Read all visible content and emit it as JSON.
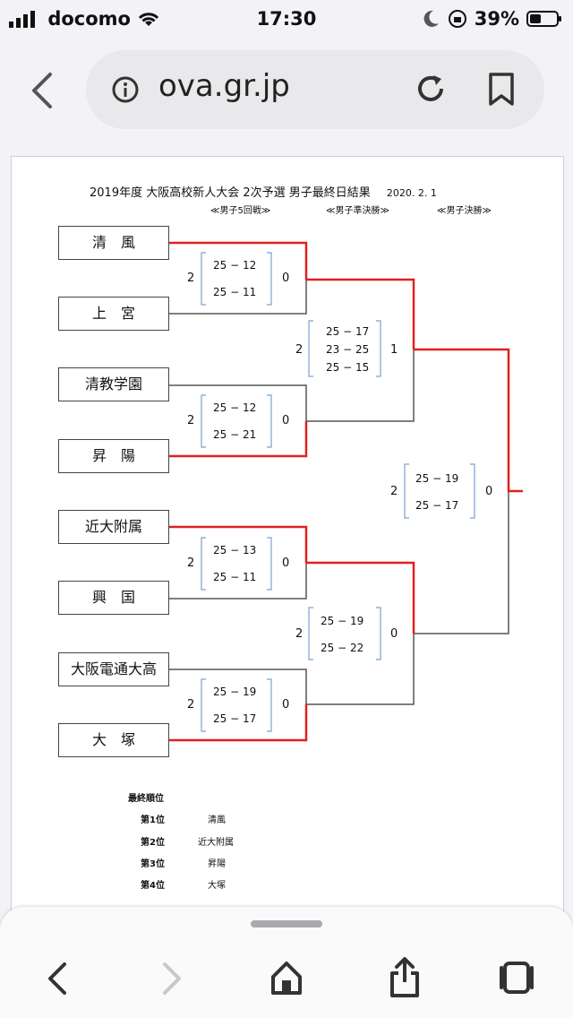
{
  "status_bar": {
    "carrier": "docomo",
    "time": "17:30",
    "battery": "39%"
  },
  "browser": {
    "url": "ova.gr.jp"
  },
  "document": {
    "title": "2019年度 大阪高校新人大会 2次予選 男子最終日結果",
    "date": "2020. 2. 1",
    "rounds": [
      "≪男子5回戦≫",
      "≪男子準決勝≫",
      "≪男子決勝≫"
    ],
    "teams": [
      "清　風",
      "上　宮",
      "清教学園",
      "昇　陽",
      "近大附属",
      "興　国",
      "大阪電通大高",
      "大　塚"
    ],
    "matches": [
      {
        "left": "2",
        "right": "0",
        "sets": [
          "25 − 12",
          "25 − 11"
        ]
      },
      {
        "left": "2",
        "right": "0",
        "sets": [
          "25 − 12",
          "25 − 21"
        ]
      },
      {
        "left": "2",
        "right": "0",
        "sets": [
          "25 − 13",
          "25 − 11"
        ]
      },
      {
        "left": "2",
        "right": "0",
        "sets": [
          "25 − 19",
          "25 − 17"
        ]
      },
      {
        "left": "2",
        "right": "1",
        "sets": [
          "25 − 17",
          "23 − 25",
          "25 − 15"
        ]
      },
      {
        "left": "2",
        "right": "0",
        "sets": [
          "25 − 19",
          "25 − 22"
        ]
      },
      {
        "left": "2",
        "right": "0",
        "sets": [
          "25 − 19",
          "25 − 17"
        ]
      }
    ],
    "standings_title": "最終順位",
    "standings": [
      {
        "place": "第1位",
        "team": "清風"
      },
      {
        "place": "第2位",
        "team": "近大附属"
      },
      {
        "place": "第3位",
        "team": "昇陽"
      },
      {
        "place": "第4位",
        "team": "大塚"
      }
    ]
  },
  "colors": {
    "winner_line": "#e02020",
    "bracket_blue": "#7aa0d0"
  },
  "toolbar_icons": [
    "back-icon",
    "forward-icon",
    "home-icon",
    "share-icon",
    "tabs-icon"
  ]
}
